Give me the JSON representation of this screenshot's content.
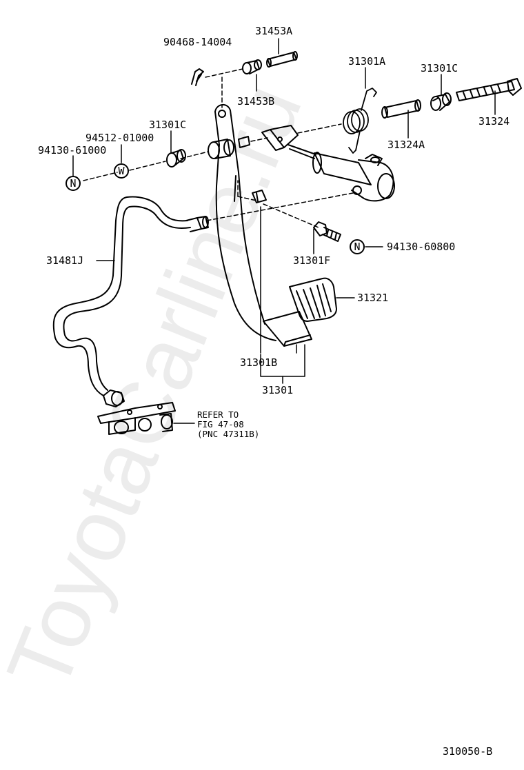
{
  "watermark": "ToyotaCarline.ru",
  "figure_code": "310050-B",
  "markers": {
    "n": "N",
    "w": "W"
  },
  "parts": {
    "p90468": "90468-14004",
    "p31453A": "31453A",
    "p31453B": "31453B",
    "p31301A": "31301A",
    "p31301C_top": "31301C",
    "p31324": "31324",
    "p31324A": "31324A",
    "p31301C_left": "31301C",
    "p94512": "94512-01000",
    "p94130_61000": "94130-61000",
    "p94130_60800": "94130-60800",
    "p31301F": "31301F",
    "p31481J": "31481J",
    "p31321": "31321",
    "p31301B": "31301B",
    "p31301": "31301"
  },
  "refer": {
    "line1": "REFER TO",
    "line2": "FIG 47-08",
    "line3": "(PNC 47311B)"
  }
}
